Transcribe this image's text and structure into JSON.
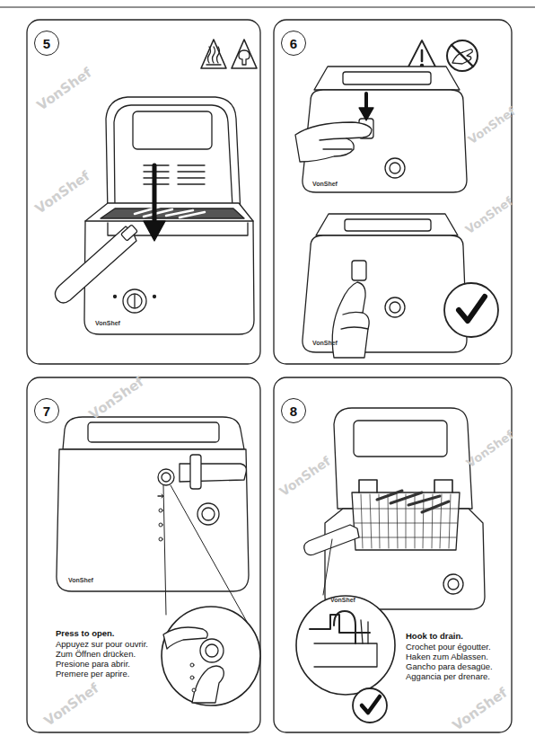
{
  "diagram": {
    "nodes": [
      {
        "text": [
          "5"
        ]
      },
      {
        "text": [
          "6"
        ]
      },
      {
        "text": [
          "7"
        ]
      },
      {
        "text": [
          "8"
        ]
      }
    ],
    "edges": [],
    "labels": [
      "Press to open.",
      "Appuyez sur pour ouvrir.",
      "Zum Öffnen drücken.",
      "Presione para abrir.",
      "Premere per aprire.",
      "Hook to drain.",
      "Crochet pour égoutter.",
      "Haken zum Ablassen.",
      "Gancho para desagüe.",
      "Aggancia per drenare.",
      "VonShef",
      "VonShef",
      "VonShef",
      "VonShef",
      "VonShef",
      "VonShef",
      "VonShef",
      "VonShef",
      "VonShef",
      "VonShef",
      "VonShef",
      "VonShef",
      "VonShef",
      "VonShef"
    ]
  }
}
